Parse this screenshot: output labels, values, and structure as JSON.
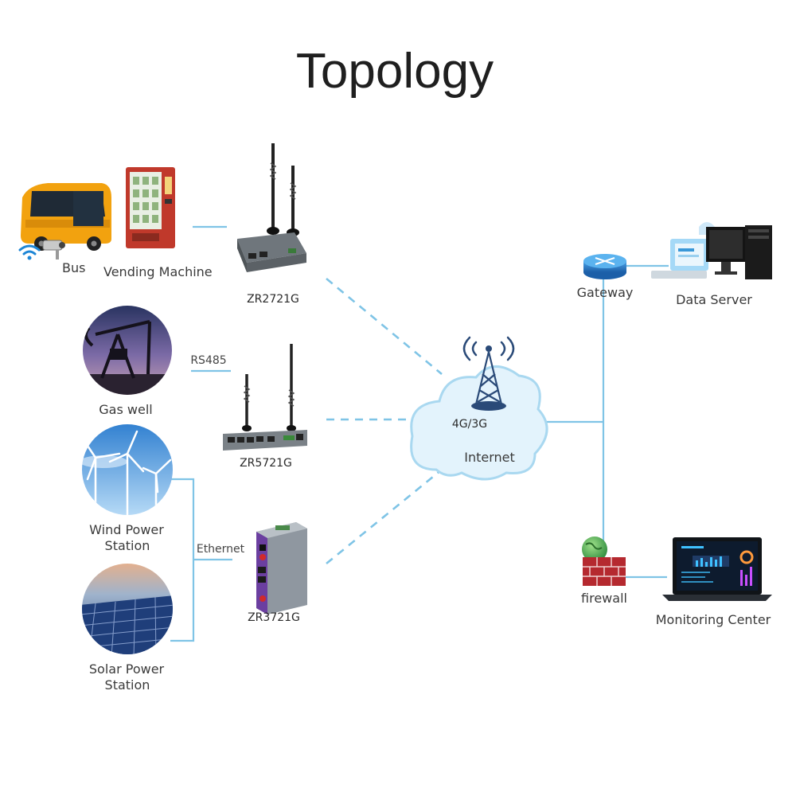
{
  "title": "Topology",
  "devices": {
    "bus": "Bus",
    "vending": "Vending Machine",
    "router_top": "ZR2721G",
    "gas_well": "Gas well",
    "router_mid": "ZR5721G",
    "wind_l1": "Wind Power",
    "wind_l2": "Station",
    "solar_l1": "Solar Power",
    "solar_l2": "Station",
    "router_bot": "ZR3721G",
    "gateway": "Gateway",
    "data_server": "Data Server",
    "firewall": "firewall",
    "monitoring": "Monitoring Center"
  },
  "connections": {
    "rs485": "RS485",
    "ethernet": "Ethernet"
  },
  "cloud": {
    "network": "4G/3G",
    "internet": "Internet"
  },
  "colors": {
    "link": "#7fc4e6",
    "cloud_fill": "#e3f3fc",
    "cloud_stroke": "#a9d8f0",
    "router_gray": "#6f767c",
    "router_purple": "#6b3fa0",
    "bus_yellow": "#f2a20f",
    "vending_red": "#c0392b",
    "firewall_red": "#b5292f"
  }
}
